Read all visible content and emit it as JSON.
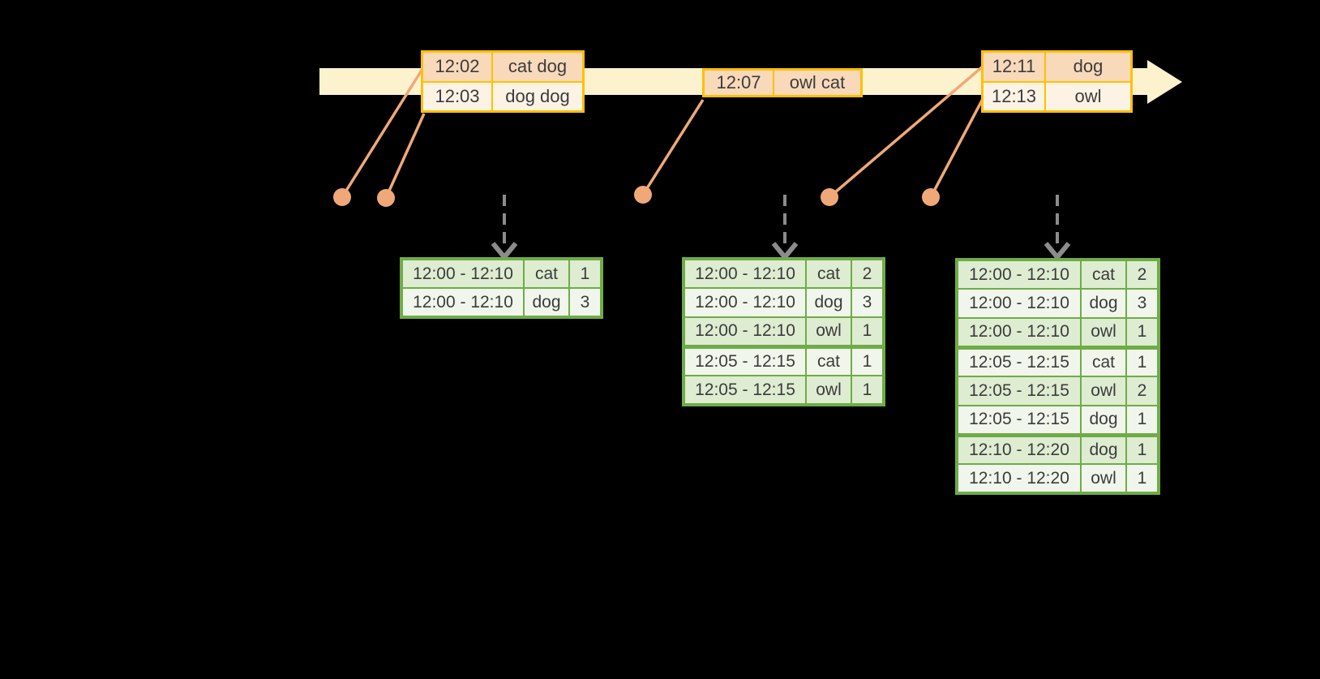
{
  "diagram": {
    "kind": "windowed-stream-aggregation",
    "input_stream": {
      "batches": [
        {
          "events": [
            {
              "time": "12:02",
              "words": "cat dog"
            },
            {
              "time": "12:03",
              "words": "dog dog"
            }
          ]
        },
        {
          "events": [
            {
              "time": "12:07",
              "words": "owl cat"
            }
          ]
        },
        {
          "events": [
            {
              "time": "12:11",
              "words": "dog"
            },
            {
              "time": "12:13",
              "words": "owl"
            }
          ]
        }
      ]
    },
    "result_tables": [
      {
        "rows": [
          {
            "window": "12:00 - 12:10",
            "word": "cat",
            "count": "1"
          },
          {
            "window": "12:00 - 12:10",
            "word": "dog",
            "count": "3"
          }
        ]
      },
      {
        "rows": [
          {
            "window": "12:00 - 12:10",
            "word": "cat",
            "count": "2"
          },
          {
            "window": "12:00 - 12:10",
            "word": "dog",
            "count": "3"
          },
          {
            "window": "12:00 - 12:10",
            "word": "owl",
            "count": "1"
          },
          {
            "window": "12:05 - 12:15",
            "word": "cat",
            "count": "1"
          },
          {
            "window": "12:05 - 12:15",
            "word": "owl",
            "count": "1"
          }
        ]
      },
      {
        "rows": [
          {
            "window": "12:00 - 12:10",
            "word": "cat",
            "count": "2"
          },
          {
            "window": "12:00 - 12:10",
            "word": "dog",
            "count": "3"
          },
          {
            "window": "12:00 - 12:10",
            "word": "owl",
            "count": "1"
          },
          {
            "window": "12:05 - 12:15",
            "word": "cat",
            "count": "1"
          },
          {
            "window": "12:05 - 12:15",
            "word": "owl",
            "count": "2"
          },
          {
            "window": "12:05 - 12:15",
            "word": "dog",
            "count": "1"
          },
          {
            "window": "12:10 - 12:20",
            "word": "dog",
            "count": "1"
          },
          {
            "window": "12:10 - 12:20",
            "word": "owl",
            "count": "1"
          }
        ]
      }
    ],
    "colors": {
      "background": "#000000",
      "timeline_fill": "#FCF2CE",
      "event_table_border": "#FFC000",
      "event_row_dark": "#F8D9BA",
      "event_row_light": "#FDF3E5",
      "event_marker": "#F0A878",
      "trigger_arrow_gray": "#8C8C8C",
      "result_table_border": "#6FAC47",
      "result_row_dark": "#DEECD1",
      "result_row_light": "#F1F6EC",
      "text": "#3C3C3C"
    }
  }
}
